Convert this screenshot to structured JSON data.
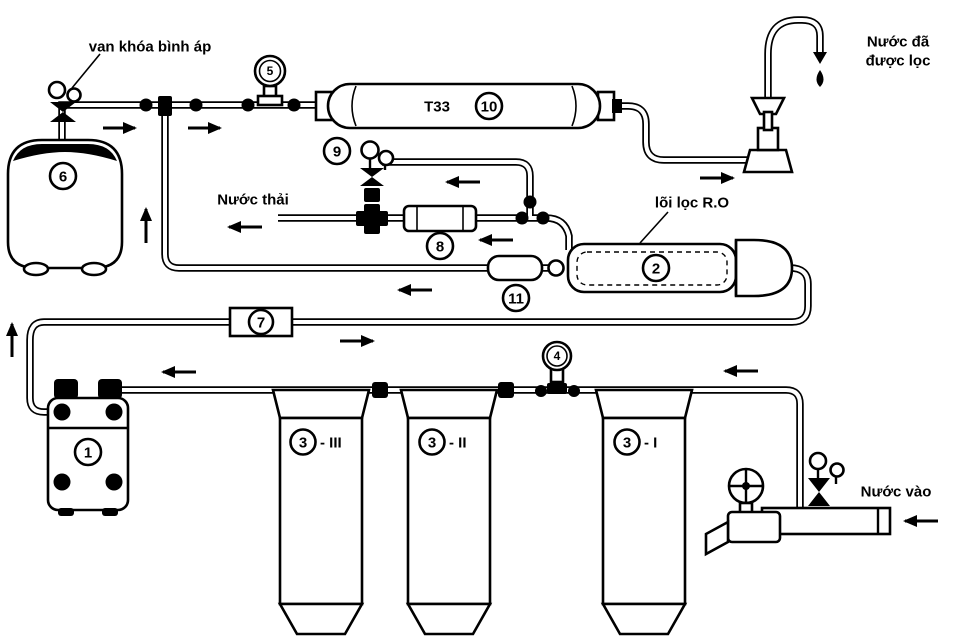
{
  "labels": {
    "pressure_valve": "van khóa bình áp",
    "waste_water": "Nước thải",
    "ro_core": "lõi lọc R.O",
    "filtered_water_line1": "Nước đã",
    "filtered_water_line2": "được lọc",
    "water_in": "Nước vào",
    "t33": "T33"
  },
  "components": {
    "n1": "1",
    "n2": "2",
    "n3": "3",
    "n4": "4",
    "n5": "5",
    "n6": "6",
    "n7": "7",
    "n8": "8",
    "n9": "9",
    "n10": "10",
    "n11": "11",
    "filter1_suffix": "- I",
    "filter2_suffix": "- II",
    "filter3_suffix": "- III"
  },
  "colors": {
    "line": "#000000",
    "background": "#ffffff"
  }
}
